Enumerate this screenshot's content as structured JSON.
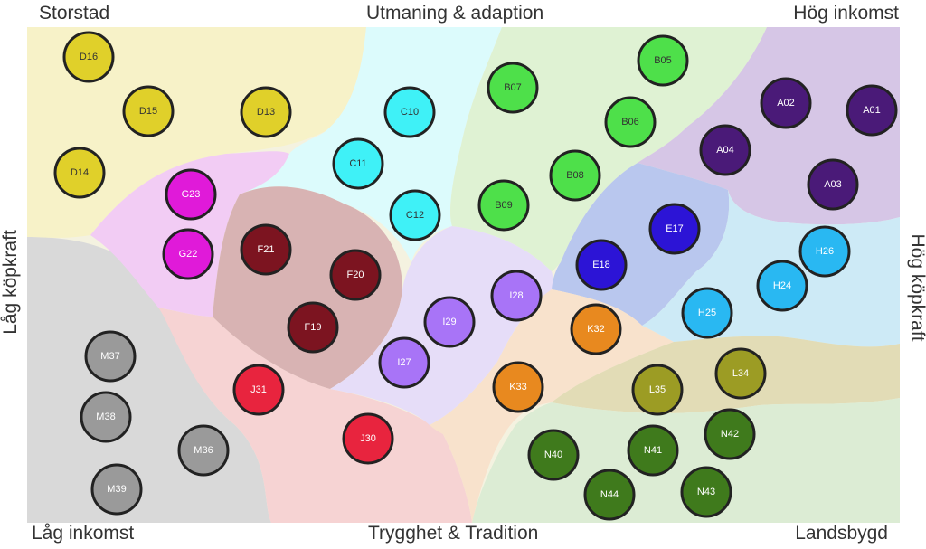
{
  "labels": {
    "top_left": "Storstad",
    "top_center": "Utmaning & adaption",
    "top_right": "Hög inkomst",
    "bottom_left": "Låg inkomst",
    "bottom_center": "Trygghet & Tradition",
    "bottom_right": "Landsbygd",
    "left": "Låg köpkraft",
    "right": "Hög köpkraft"
  },
  "groups": {
    "A": "#4a1a78",
    "B": "#4ee04a",
    "C": "#3ff1f7",
    "D": "#e0d02a",
    "E": "#2c14d6",
    "F": "#7c1420",
    "G": "#e01ad9",
    "H": "#29b8f2",
    "I": "#a874f7",
    "J": "#e8243e",
    "K": "#e8891f",
    "L": "#9c9c24",
    "M": "#9a9a9a",
    "N": "#3f7a1c"
  },
  "nodes": [
    {
      "id": "D16",
      "g": "D"
    },
    {
      "id": "D15",
      "g": "D"
    },
    {
      "id": "D13",
      "g": "D"
    },
    {
      "id": "D14",
      "g": "D"
    },
    {
      "id": "C10",
      "g": "C"
    },
    {
      "id": "C11",
      "g": "C"
    },
    {
      "id": "C12",
      "g": "C"
    },
    {
      "id": "B05",
      "g": "B"
    },
    {
      "id": "B07",
      "g": "B"
    },
    {
      "id": "B06",
      "g": "B"
    },
    {
      "id": "B08",
      "g": "B"
    },
    {
      "id": "B09",
      "g": "B"
    },
    {
      "id": "A02",
      "g": "A"
    },
    {
      "id": "A01",
      "g": "A"
    },
    {
      "id": "A04",
      "g": "A"
    },
    {
      "id": "A03",
      "g": "A"
    },
    {
      "id": "G23",
      "g": "G"
    },
    {
      "id": "G22",
      "g": "G"
    },
    {
      "id": "F21",
      "g": "F"
    },
    {
      "id": "F20",
      "g": "F"
    },
    {
      "id": "F19",
      "g": "F"
    },
    {
      "id": "E17",
      "g": "E"
    },
    {
      "id": "E18",
      "g": "E"
    },
    {
      "id": "H26",
      "g": "H"
    },
    {
      "id": "H24",
      "g": "H"
    },
    {
      "id": "H25",
      "g": "H"
    },
    {
      "id": "I28",
      "g": "I"
    },
    {
      "id": "I29",
      "g": "I"
    },
    {
      "id": "I27",
      "g": "I"
    },
    {
      "id": "K32",
      "g": "K"
    },
    {
      "id": "K33",
      "g": "K"
    },
    {
      "id": "M37",
      "g": "M"
    },
    {
      "id": "M38",
      "g": "M"
    },
    {
      "id": "M36",
      "g": "M"
    },
    {
      "id": "M39",
      "g": "M"
    },
    {
      "id": "J31",
      "g": "J"
    },
    {
      "id": "J30",
      "g": "J"
    },
    {
      "id": "L34",
      "g": "L"
    },
    {
      "id": "L35",
      "g": "L"
    },
    {
      "id": "N40",
      "g": "N"
    },
    {
      "id": "N41",
      "g": "N"
    },
    {
      "id": "N42",
      "g": "N"
    },
    {
      "id": "N44",
      "g": "N"
    },
    {
      "id": "N43",
      "g": "N"
    }
  ]
}
